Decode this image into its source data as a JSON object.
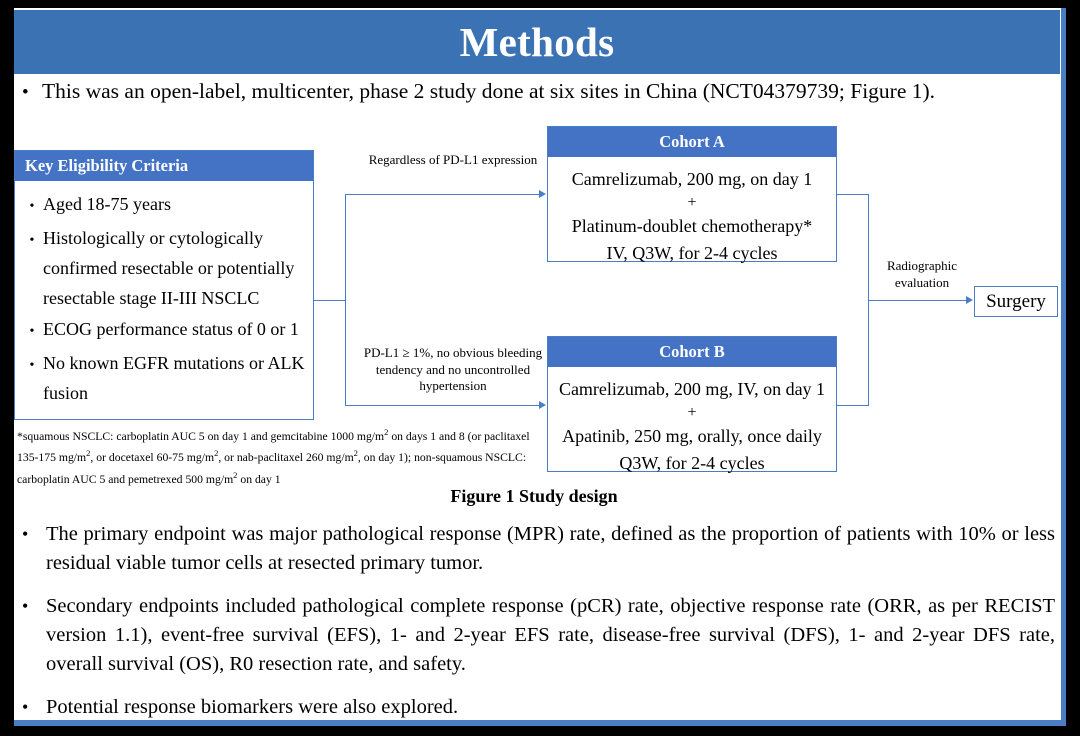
{
  "slide": {
    "title": "Methods",
    "title_bar_color": "#3b72b4",
    "accent_color": "#4472c4",
    "border_color": "#4a7ec4",
    "background_color": "#000000",
    "page_color": "#ffffff"
  },
  "intro_bullet": {
    "marker": "•",
    "text": "This was an open-label, multicenter, phase 2 study done at six sites in China (NCT04379739; Figure 1)."
  },
  "figure": {
    "caption": "Figure 1 Study design",
    "eligibility": {
      "header": "Key  Eligibility Criteria",
      "marker": "•",
      "items": [
        "Aged 18-75 years",
        "Histologically or cytologically confirmed resectable or potentially resectable stage II-III  NSCLC",
        "ECOG performance status of 0 or 1",
        "No known EGFR mutations or ALK fusion"
      ]
    },
    "footnote": "*squamous NSCLC: carboplatin AUC 5 on day 1 and gemcitabine 1000 mg/m2 on days 1 and 8 (or paclitaxel 135-175 mg/m2, or docetaxel 60-75 mg/m2, or nab-paclitaxel 260 mg/m2, on day 1); non-squamous NSCLC: carboplatin AUC 5 and pemetrexed 500 mg/m2 on day 1",
    "cohort_a": {
      "header": "Cohort A",
      "line1": "Camrelizumab, 200 mg, on day 1",
      "plus": "+",
      "line2": "Platinum-doublet chemotherapy*",
      "line3": "IV, Q3W, for 2-4 cycles"
    },
    "cohort_b": {
      "header": "Cohort B",
      "line1": "Camrelizumab, 200 mg, IV, on day 1",
      "plus": "+",
      "line2": "Apatinib, 250 mg, orally, once daily",
      "line3": "Q3W, for 2-4 cycles"
    },
    "connectors": {
      "to_cohort_a": "Regardless  of PD-L1 expression",
      "to_cohort_b": "PD-L1 ≥ 1%, no obvious bleeding tendency and no uncontrolled  hypertension",
      "to_surgery": "Radiographic evaluation"
    },
    "surgery": "Surgery"
  },
  "endpoint_bullets": [
    {
      "marker": "•",
      "text": "The primary endpoint was major pathological response (MPR) rate, defined as the proportion of patients with 10% or less residual viable tumor cells at resected primary tumor."
    },
    {
      "marker": "•",
      "text": "Secondary endpoints included pathological complete response (pCR) rate, objective response rate (ORR, as per RECIST version 1.1), event-free survival (EFS), 1- and 2-year EFS rate, disease-free survival (DFS), 1- and 2-year DFS rate, overall survival (OS), R0 resection rate, and safety."
    },
    {
      "marker": "•",
      "text": "Potential response biomarkers were also explored."
    }
  ]
}
